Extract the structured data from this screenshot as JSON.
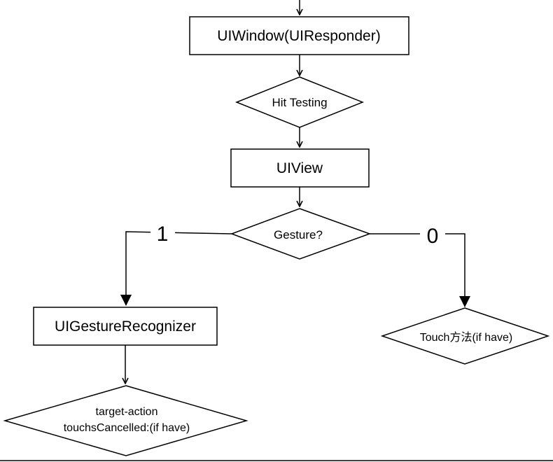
{
  "diagram": {
    "nodes": {
      "uiwindow": "UIWindow(UIResponder)",
      "hit_testing": "Hit Testing",
      "uiview": "UIView",
      "gesture": "Gesture?",
      "gesture_recognizer": "UIGestureRecognizer",
      "touch_methods": "Touch方法(if have)",
      "target_action_line1": "target-action",
      "target_action_line2": "touchsCancelled:(if have)"
    },
    "branches": {
      "yes_label": "1",
      "no_label": "0"
    }
  }
}
